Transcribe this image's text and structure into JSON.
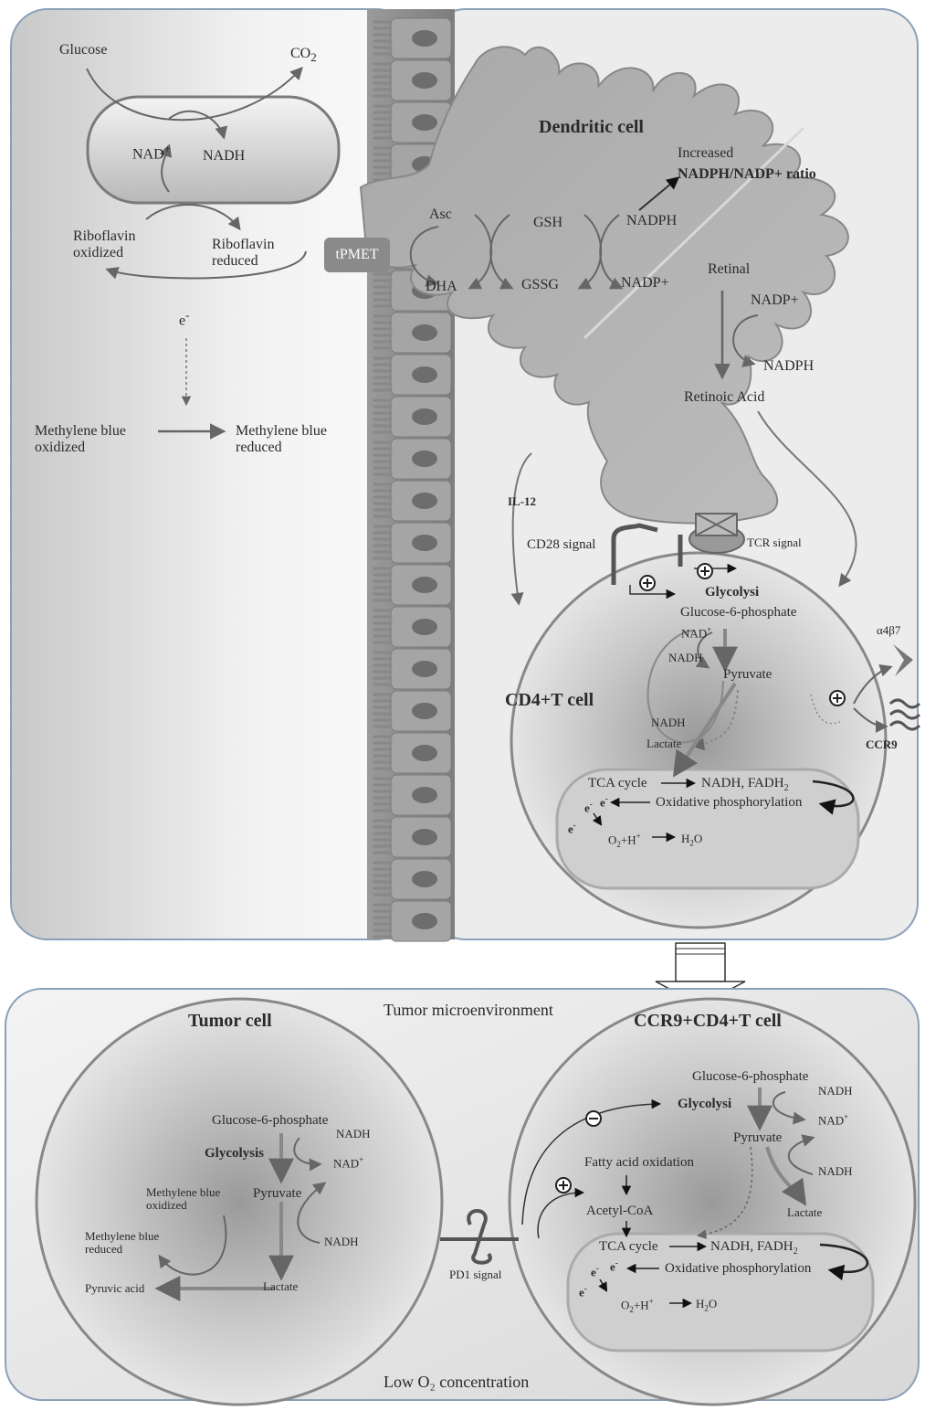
{
  "bacterium": {
    "glucose": "Glucose",
    "co2": "CO",
    "co2_sub": "2",
    "nad_plus": "NAD",
    "nad_plus_sup": "+",
    "nadh": "NADH",
    "riboflavin_ox": "Riboflavin\noxidized",
    "riboflavin_red": "Riboflavin\nreduced",
    "electron": "e",
    "electron_sup": "-",
    "mb_ox": "Methylene blue\noxidized",
    "mb_red": "Methylene blue\nreduced"
  },
  "tpmet": "tPMET",
  "dendritic": {
    "title": "Dendritic cell",
    "increased": "Increased",
    "ratio": "NADPH/NADP+ ratio",
    "asc": "Asc",
    "dha": "DHA",
    "gsh": "GSH",
    "gssg": "GSSG",
    "nadph_1": "NADPH",
    "nadp_1": "NADP+",
    "retinal": "Retinal",
    "nadp_2": "NADP+",
    "nadph_2": "NADPH",
    "retinoic": "Retinoic Acid",
    "il12": "IL-12"
  },
  "signals": {
    "cd28": "CD28 signal",
    "tcr": "TCR signal",
    "a4b7": "α4β7",
    "ccr9": "CCR9",
    "pd1": "PD1 signal"
  },
  "cd4": {
    "title": "CD4+T cell",
    "glycolysis": "Glycolysi",
    "g6p": "Glucose-6-phosphate",
    "nad_plus": "NAD",
    "nadh": "NADH",
    "pyruvate": "Pyruvate",
    "nadh_2": "NADH",
    "lactate": "Lactate",
    "tca": "TCA cycle",
    "nadh_fadh": "NADH, FADH",
    "oxphos": "Oxidative phosphorylation",
    "e1": "e",
    "e2": "e",
    "e3": "e",
    "o2h": "O",
    "h2o": "H",
    "h2o_o": "O"
  },
  "tumor_env": {
    "title": "Tumor microenvironment",
    "low_o2": "Low O₂ concentration"
  },
  "tumor": {
    "title": "Tumor cell",
    "g6p": "Glucose-6-phosphate",
    "nadh": "NADH",
    "glycolysis": "Glycolysis",
    "nad_plus": "NAD",
    "mb_ox": "Methylene blue\noxidized",
    "pyruvate": "Pyruvate",
    "mb_red": "Methylene blue\nreduced",
    "nadh_2": "NADH",
    "pyruvic": "Pyruvic acid",
    "lactate": "Lactate"
  },
  "ccr9t": {
    "title": "CCR9+CD4+T cell",
    "g6p": "Glucose-6-phosphate",
    "nadh": "NADH",
    "glycolysis": "Glycolysi",
    "nad_plus": "NAD",
    "pyruvate": "Pyruvate",
    "fao": "Fatty acid oxidation",
    "nadh_2": "NADH",
    "acetyl": "Acetyl-CoA",
    "lactate": "Lactate",
    "tca": "TCA cycle",
    "nadh_fadh": "NADH, FADH",
    "oxphos": "Oxidative phosphorylation",
    "e": "e",
    "o2h": "O",
    "h": "H",
    "h2o": "H",
    "o": "O"
  }
}
